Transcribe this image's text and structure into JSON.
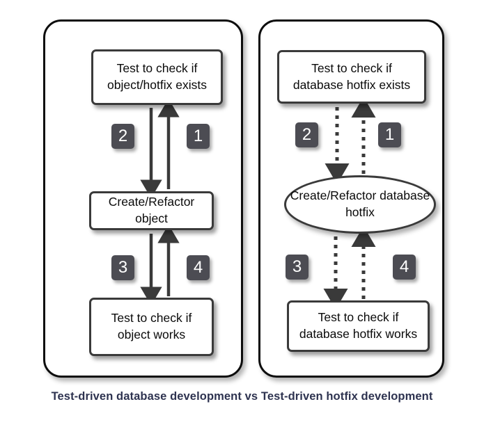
{
  "diagram": {
    "caption": "Test-driven database development vs Test-driven hotfix development",
    "caption_color": "#2e3350",
    "background_color": "#ffffff",
    "panels": [
      {
        "id": "left",
        "arrow_style": "solid",
        "nodes": [
          {
            "id": "l-top",
            "shape": "rect",
            "text": "Test to check if\nobject/hotfix exists"
          },
          {
            "id": "l-mid",
            "shape": "rect",
            "text": "Create/Refactor\nobject"
          },
          {
            "id": "l-bottom",
            "shape": "rect",
            "text": "Test to check if\nobject works"
          }
        ],
        "badges": [
          {
            "id": "l-2",
            "label": "2"
          },
          {
            "id": "l-1",
            "label": "1"
          },
          {
            "id": "l-3",
            "label": "3"
          },
          {
            "id": "l-4",
            "label": "4"
          }
        ]
      },
      {
        "id": "right",
        "arrow_style": "dotted",
        "nodes": [
          {
            "id": "r-top",
            "shape": "rect",
            "text": "Test to check if\ndatabase hotfix exists"
          },
          {
            "id": "r-mid",
            "shape": "ellipse",
            "text": "Create/Refactor\ndatabase hotfix"
          },
          {
            "id": "r-bottom",
            "shape": "rect",
            "text": "Test to check if\ndatabase hotfix works"
          }
        ],
        "badges": [
          {
            "id": "r-2",
            "label": "2"
          },
          {
            "id": "r-1",
            "label": "1"
          },
          {
            "id": "r-3",
            "label": "3"
          },
          {
            "id": "r-4",
            "label": "4"
          }
        ]
      }
    ],
    "colors": {
      "node_border": "#3a3a3a",
      "panel_border": "#0d0d0d",
      "badge_fill": "#4c4c53",
      "badge_text": "#ffffff",
      "arrow": "#3a3a3a",
      "node_text": "#0a0a0a"
    }
  }
}
